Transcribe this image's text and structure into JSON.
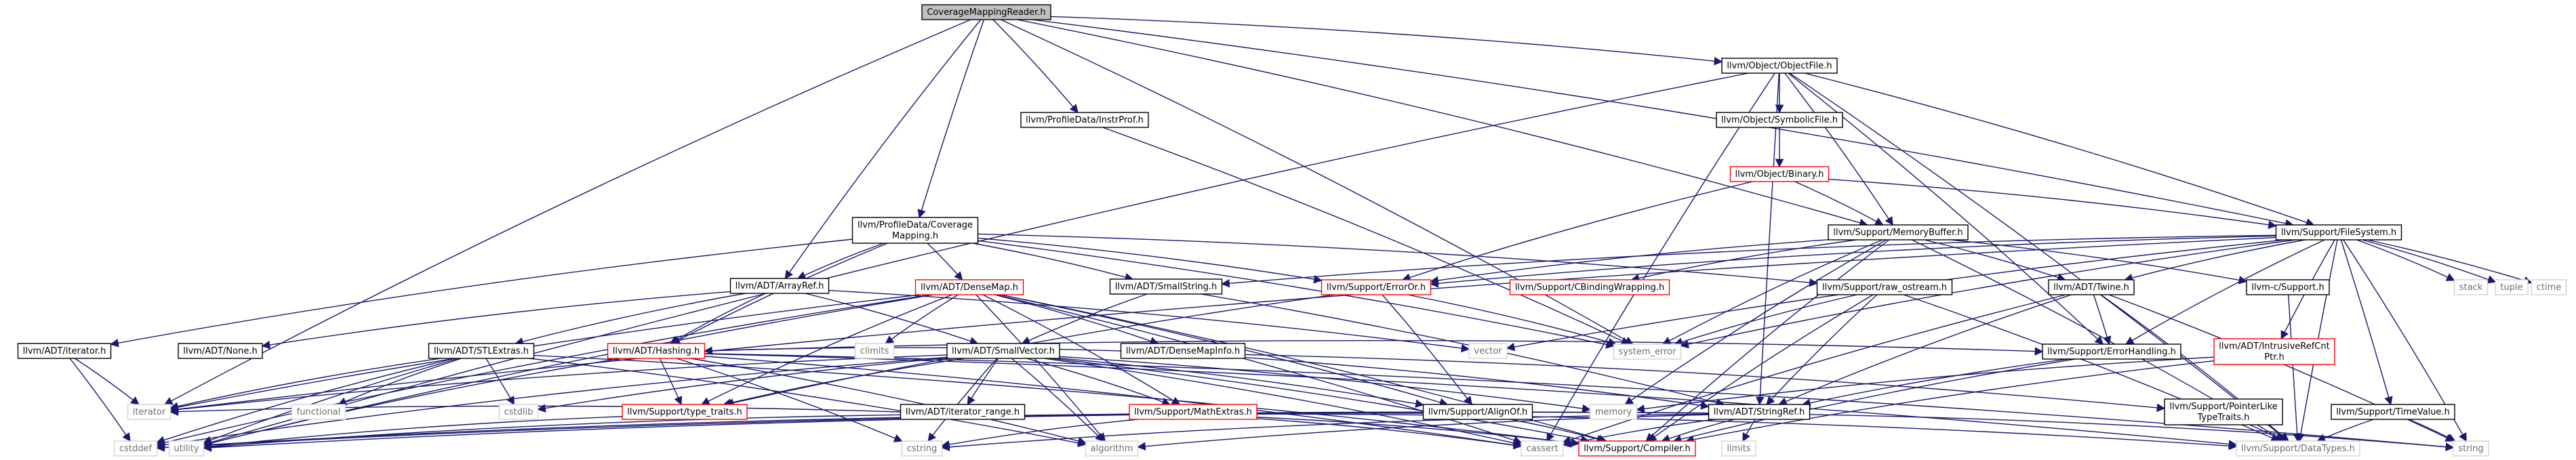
{
  "colors": {
    "edge": "#191970",
    "root_fill": "#bfbfbf",
    "root_stroke": "#000000",
    "normal_stroke": "#000000",
    "truncated_stroke": "#ff0000",
    "plain_text": "#6e6e6e"
  },
  "nodes": [
    {
      "id": "root",
      "kind": "root",
      "lines": [
        "CoverageMappingReader.h"
      ]
    },
    {
      "id": "objfile",
      "kind": "normal",
      "lines": [
        "llvm/Object/ObjectFile.h"
      ]
    },
    {
      "id": "instrprof",
      "kind": "normal",
      "lines": [
        "llvm/ProfileData/InstrProf.h"
      ]
    },
    {
      "id": "symbolicfile",
      "kind": "normal",
      "lines": [
        "llvm/Object/SymbolicFile.h"
      ]
    },
    {
      "id": "binary",
      "kind": "truncated",
      "lines": [
        "llvm/Object/Binary.h"
      ]
    },
    {
      "id": "covmap",
      "kind": "normal",
      "lines": [
        "llvm/ProfileData/Coverage",
        "Mapping.h"
      ]
    },
    {
      "id": "membuf",
      "kind": "normal",
      "lines": [
        "llvm/Support/MemoryBuffer.h"
      ]
    },
    {
      "id": "filesystem",
      "kind": "normal",
      "lines": [
        "llvm/Support/FileSystem.h"
      ]
    },
    {
      "id": "arrayref",
      "kind": "normal",
      "lines": [
        "llvm/ADT/ArrayRef.h"
      ]
    },
    {
      "id": "densemap",
      "kind": "truncated",
      "lines": [
        "llvm/ADT/DenseMap.h"
      ]
    },
    {
      "id": "smallstring",
      "kind": "normal",
      "lines": [
        "llvm/ADT/SmallString.h"
      ]
    },
    {
      "id": "erroror",
      "kind": "truncated",
      "lines": [
        "llvm/Support/ErrorOr.h"
      ]
    },
    {
      "id": "cbinding",
      "kind": "truncated",
      "lines": [
        "llvm/Support/CBindingWrapping.h"
      ]
    },
    {
      "id": "rawostream",
      "kind": "normal",
      "lines": [
        "llvm/Support/raw_ostream.h"
      ]
    },
    {
      "id": "twine",
      "kind": "normal",
      "lines": [
        "llvm/ADT/Twine.h"
      ]
    },
    {
      "id": "csupport",
      "kind": "normal",
      "lines": [
        "llvm-c/Support.h"
      ]
    },
    {
      "id": "iteratorh",
      "kind": "normal",
      "lines": [
        "llvm/ADT/iterator.h"
      ]
    },
    {
      "id": "none",
      "kind": "normal",
      "lines": [
        "llvm/ADT/None.h"
      ]
    },
    {
      "id": "stlextras",
      "kind": "normal",
      "lines": [
        "llvm/ADT/STLExtras.h"
      ]
    },
    {
      "id": "hashing",
      "kind": "truncated",
      "lines": [
        "llvm/ADT/Hashing.h"
      ]
    },
    {
      "id": "climits",
      "kind": "plain",
      "lines": [
        "climits"
      ]
    },
    {
      "id": "smallvector",
      "kind": "normal",
      "lines": [
        "llvm/ADT/SmallVector.h"
      ]
    },
    {
      "id": "densemapinfo",
      "kind": "normal",
      "lines": [
        "llvm/ADT/DenseMapInfo.h"
      ]
    },
    {
      "id": "vector",
      "kind": "plain",
      "lines": [
        "vector"
      ]
    },
    {
      "id": "system_error",
      "kind": "plain",
      "lines": [
        "system_error"
      ]
    },
    {
      "id": "errorhandling",
      "kind": "normal",
      "lines": [
        "llvm/Support/ErrorHandling.h"
      ]
    },
    {
      "id": "intrusive",
      "kind": "truncated",
      "lines": [
        "llvm/ADT/IntrusiveRefCnt",
        "Ptr.h"
      ]
    },
    {
      "id": "stack",
      "kind": "plain",
      "lines": [
        "stack"
      ]
    },
    {
      "id": "tuple",
      "kind": "plain",
      "lines": [
        "tuple"
      ]
    },
    {
      "id": "ctime",
      "kind": "plain",
      "lines": [
        "ctime"
      ]
    },
    {
      "id": "iterator",
      "kind": "plain",
      "lines": [
        "iterator"
      ]
    },
    {
      "id": "functional",
      "kind": "plain",
      "lines": [
        "functional"
      ]
    },
    {
      "id": "cstdlib",
      "kind": "plain",
      "lines": [
        "cstdlib"
      ]
    },
    {
      "id": "typetraits",
      "kind": "truncated",
      "lines": [
        "llvm/Support/type_traits.h"
      ]
    },
    {
      "id": "iterrange",
      "kind": "normal",
      "lines": [
        "llvm/ADT/iterator_range.h"
      ]
    },
    {
      "id": "mathextras",
      "kind": "truncated",
      "lines": [
        "llvm/Support/MathExtras.h"
      ]
    },
    {
      "id": "alignof",
      "kind": "normal",
      "lines": [
        "llvm/Support/AlignOf.h"
      ]
    },
    {
      "id": "memory",
      "kind": "plain",
      "lines": [
        "memory"
      ]
    },
    {
      "id": "stringref",
      "kind": "normal",
      "lines": [
        "llvm/ADT/StringRef.h"
      ]
    },
    {
      "id": "pointerlike",
      "kind": "normal",
      "lines": [
        "llvm/Support/PointerLike",
        "TypeTraits.h"
      ]
    },
    {
      "id": "timevalue",
      "kind": "normal",
      "lines": [
        "llvm/Support/TimeValue.h"
      ]
    },
    {
      "id": "cstddef",
      "kind": "plain",
      "lines": [
        "cstddef"
      ]
    },
    {
      "id": "utility",
      "kind": "plain",
      "lines": [
        "utility"
      ]
    },
    {
      "id": "cstring",
      "kind": "plain",
      "lines": [
        "cstring"
      ]
    },
    {
      "id": "algorithm",
      "kind": "plain",
      "lines": [
        "algorithm"
      ]
    },
    {
      "id": "cassert",
      "kind": "plain",
      "lines": [
        "cassert"
      ]
    },
    {
      "id": "compiler",
      "kind": "truncated",
      "lines": [
        "llvm/Support/Compiler.h"
      ]
    },
    {
      "id": "limits",
      "kind": "plain",
      "lines": [
        "limits"
      ]
    },
    {
      "id": "datatypes",
      "kind": "plain",
      "lines": [
        "llvm/Support/DataTypes.h"
      ]
    },
    {
      "id": "string",
      "kind": "plain",
      "lines": [
        "string"
      ]
    }
  ],
  "edges": [
    [
      "root",
      "objfile"
    ],
    [
      "root",
      "instrprof"
    ],
    [
      "root",
      "covmap"
    ],
    [
      "root",
      "arrayref"
    ],
    [
      "root",
      "filesystem"
    ],
    [
      "root",
      "membuf"
    ],
    [
      "root",
      "iterator"
    ],
    [
      "root",
      "system_error"
    ],
    [
      "objfile",
      "symbolicfile"
    ],
    [
      "objfile",
      "membuf"
    ],
    [
      "objfile",
      "filesystem"
    ],
    [
      "objfile",
      "errorhandling"
    ],
    [
      "objfile",
      "datatypes"
    ],
    [
      "objfile",
      "utility"
    ],
    [
      "objfile",
      "cassert"
    ],
    [
      "objfile",
      "stringref"
    ],
    [
      "symbolicfile",
      "binary"
    ],
    [
      "binary",
      "membuf"
    ],
    [
      "binary",
      "filesystem"
    ],
    [
      "binary",
      "erroror"
    ],
    [
      "instrprof",
      "system_error"
    ],
    [
      "covmap",
      "arrayref"
    ],
    [
      "covmap",
      "densemap"
    ],
    [
      "covmap",
      "hashing"
    ],
    [
      "covmap",
      "iteratorh"
    ],
    [
      "covmap",
      "rawostream"
    ],
    [
      "covmap",
      "erroror"
    ],
    [
      "covmap",
      "system_error"
    ],
    [
      "covmap",
      "smallstring"
    ],
    [
      "membuf",
      "erroror"
    ],
    [
      "membuf",
      "cbinding"
    ],
    [
      "membuf",
      "twine"
    ],
    [
      "membuf",
      "csupport"
    ],
    [
      "membuf",
      "system_error"
    ],
    [
      "membuf",
      "memory"
    ],
    [
      "membuf",
      "datatypes"
    ],
    [
      "membuf",
      "compiler"
    ],
    [
      "filesystem",
      "twine"
    ],
    [
      "filesystem",
      "smallstring"
    ],
    [
      "filesystem",
      "erroror"
    ],
    [
      "filesystem",
      "intrusive"
    ],
    [
      "filesystem",
      "timevalue"
    ],
    [
      "filesystem",
      "errorhandling"
    ],
    [
      "filesystem",
      "stack"
    ],
    [
      "filesystem",
      "tuple"
    ],
    [
      "filesystem",
      "ctime"
    ],
    [
      "filesystem",
      "string"
    ],
    [
      "filesystem",
      "system_error"
    ],
    [
      "filesystem",
      "vector"
    ],
    [
      "filesystem",
      "iterator"
    ],
    [
      "filesystem",
      "datatypes"
    ],
    [
      "arrayref",
      "none"
    ],
    [
      "arrayref",
      "stlextras"
    ],
    [
      "arrayref",
      "smallvector"
    ],
    [
      "arrayref",
      "vector"
    ],
    [
      "arrayref",
      "hashing"
    ],
    [
      "densemap",
      "densemapinfo"
    ],
    [
      "densemap",
      "climits"
    ],
    [
      "densemap",
      "typetraits"
    ],
    [
      "densemap",
      "mathextras"
    ],
    [
      "densemap",
      "alignof"
    ],
    [
      "densemap",
      "algorithm"
    ],
    [
      "densemap",
      "cstddef"
    ],
    [
      "densemap",
      "utility"
    ],
    [
      "densemap",
      "iterator"
    ],
    [
      "densemap",
      "cassert"
    ],
    [
      "densemap",
      "compiler"
    ],
    [
      "smallstring",
      "smallvector"
    ],
    [
      "smallstring",
      "stringref"
    ],
    [
      "erroror",
      "alignof"
    ],
    [
      "erroror",
      "system_error"
    ],
    [
      "erroror",
      "typetraits"
    ],
    [
      "rawostream",
      "stringref"
    ],
    [
      "rawostream",
      "system_error"
    ],
    [
      "rawostream",
      "compiler"
    ],
    [
      "rawostream",
      "datatypes"
    ],
    [
      "twine",
      "stringref"
    ],
    [
      "twine",
      "errorhandling"
    ],
    [
      "twine",
      "string"
    ],
    [
      "twine",
      "cassert"
    ],
    [
      "twine",
      "datatypes"
    ],
    [
      "csupport",
      "datatypes"
    ],
    [
      "iteratorh",
      "iterator"
    ],
    [
      "iteratorh",
      "cstddef"
    ],
    [
      "stlextras",
      "iterator"
    ],
    [
      "stlextras",
      "functional"
    ],
    [
      "stlextras",
      "cstdlib"
    ],
    [
      "stlextras",
      "cstddef"
    ],
    [
      "stlextras",
      "utility"
    ],
    [
      "stlextras",
      "algorithm"
    ],
    [
      "stlextras",
      "compiler"
    ],
    [
      "hashing",
      "typetraits"
    ],
    [
      "hashing",
      "cstring"
    ],
    [
      "hashing",
      "algorithm"
    ],
    [
      "hashing",
      "cassert"
    ],
    [
      "hashing",
      "string"
    ],
    [
      "hashing",
      "utility"
    ],
    [
      "hashing",
      "datatypes"
    ],
    [
      "hashing",
      "errorhandling"
    ],
    [
      "smallvector",
      "iterrange"
    ],
    [
      "smallvector",
      "mathextras"
    ],
    [
      "smallvector",
      "alignof"
    ],
    [
      "smallvector",
      "typetraits"
    ],
    [
      "smallvector",
      "memory"
    ],
    [
      "smallvector",
      "cstdlib"
    ],
    [
      "smallvector",
      "cstddef"
    ],
    [
      "smallvector",
      "cstring"
    ],
    [
      "smallvector",
      "algorithm"
    ],
    [
      "smallvector",
      "cassert"
    ],
    [
      "smallvector",
      "iterator"
    ],
    [
      "smallvector",
      "compiler"
    ],
    [
      "densemapinfo",
      "pointerlike"
    ],
    [
      "densemapinfo",
      "stringref"
    ],
    [
      "densemapinfo",
      "hashing"
    ],
    [
      "errorhandling",
      "stringref"
    ],
    [
      "errorhandling",
      "compiler"
    ],
    [
      "intrusive",
      "memory"
    ],
    [
      "intrusive",
      "compiler"
    ],
    [
      "iterrange",
      "utility"
    ],
    [
      "iterrange",
      "iterator"
    ],
    [
      "mathextras",
      "compiler"
    ],
    [
      "mathextras",
      "datatypes"
    ],
    [
      "mathextras",
      "cstring"
    ],
    [
      "mathextras",
      "cassert"
    ],
    [
      "alignof",
      "compiler"
    ],
    [
      "alignof",
      "cstddef"
    ],
    [
      "stringref",
      "compiler"
    ],
    [
      "stringref",
      "algorithm"
    ],
    [
      "stringref",
      "cassert"
    ],
    [
      "stringref",
      "cstddef"
    ],
    [
      "stringref",
      "cstring"
    ],
    [
      "stringref",
      "limits"
    ],
    [
      "stringref",
      "string"
    ],
    [
      "stringref",
      "utility"
    ],
    [
      "pointerlike",
      "datatypes"
    ],
    [
      "timevalue",
      "datatypes"
    ],
    [
      "timevalue",
      "string"
    ],
    [
      "typetraits",
      "utility"
    ]
  ]
}
